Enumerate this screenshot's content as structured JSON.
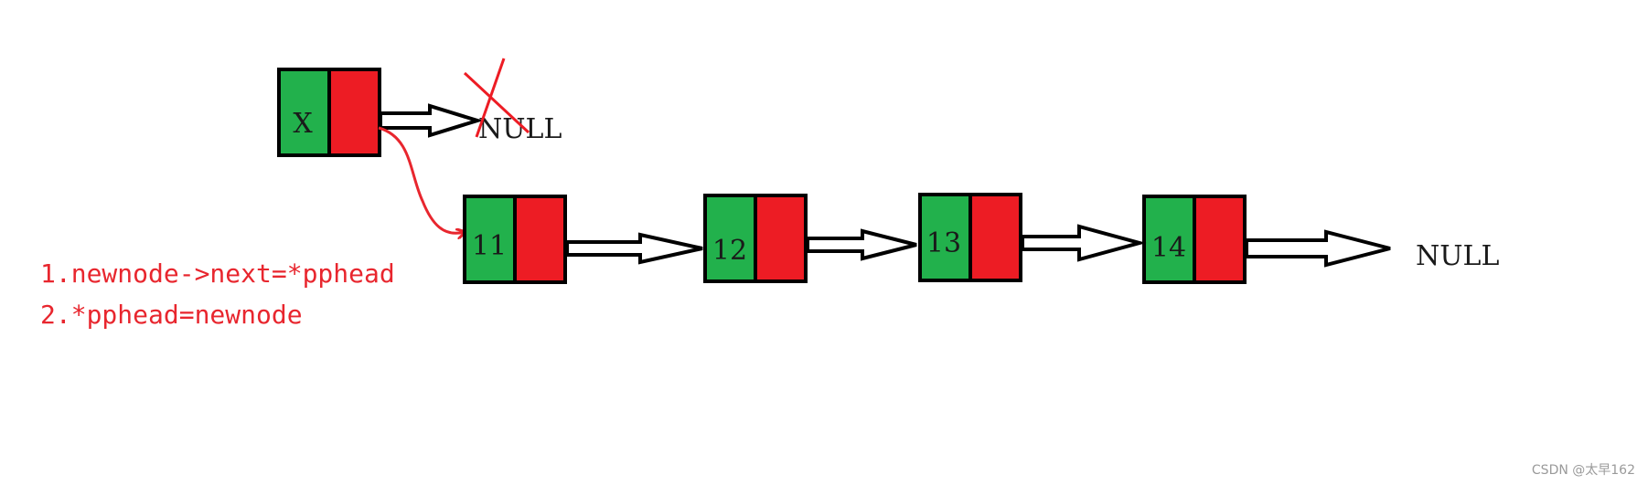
{
  "colors": {
    "data_cell": "#22b14c",
    "next_cell": "#ed1c24",
    "outline": "#000000",
    "annotation": "#e8262e"
  },
  "new_node": {
    "value": "X",
    "old_pointer_target": "NULL"
  },
  "list": {
    "nodes": [
      {
        "value": "11"
      },
      {
        "value": "12"
      },
      {
        "value": "13"
      },
      {
        "value": "14"
      }
    ],
    "tail": "NULL"
  },
  "steps": [
    "1.newnode->next=*pphead",
    "2.*pphead=newnode"
  ],
  "watermark": "CSDN @太早162"
}
